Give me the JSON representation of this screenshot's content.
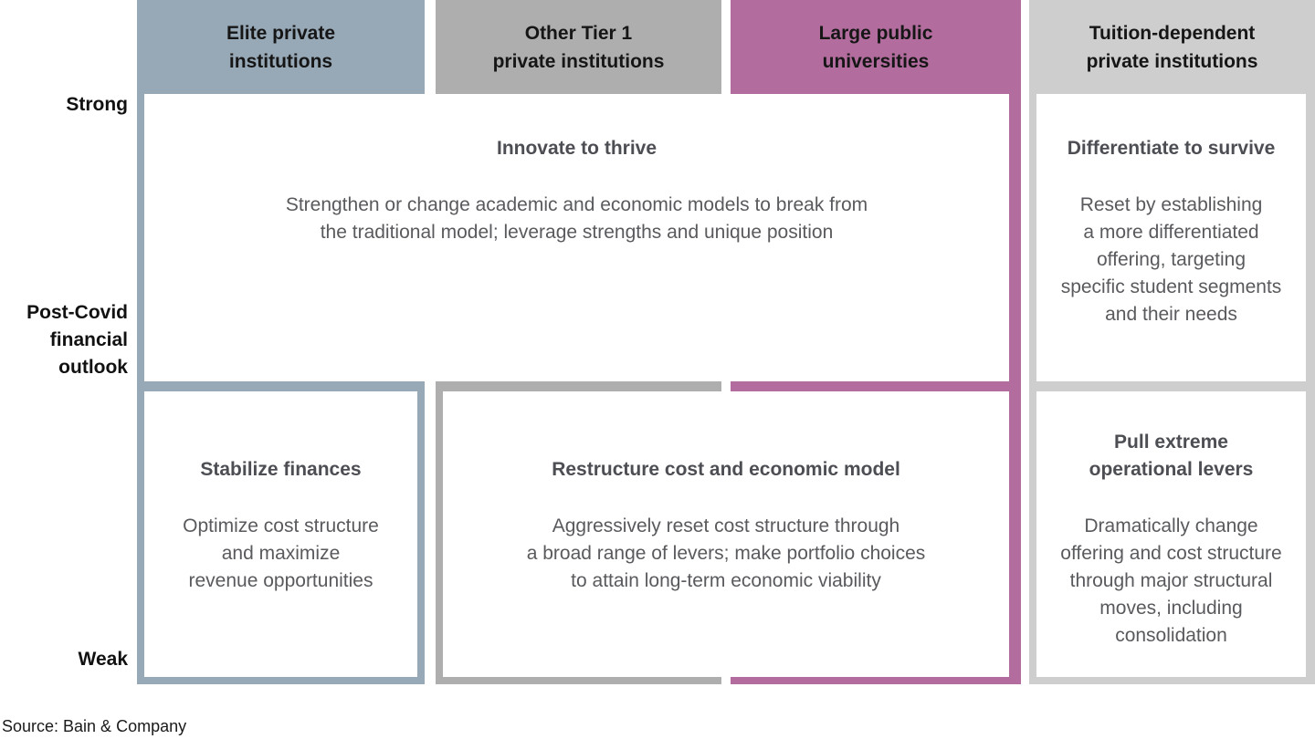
{
  "page": {
    "source": "Source: Bain & Company"
  },
  "axis": {
    "strong": "Strong",
    "weak": "Weak",
    "title": "Post-Covid\nfinancial\noutlook"
  },
  "columns": [
    {
      "label": "Elite private\ninstitutions",
      "color": "#97A8B7"
    },
    {
      "label": "Other Tier 1\nprivate institutions",
      "color": "#AEAEAE"
    },
    {
      "label": "Large public\nuniversities",
      "color": "#B26D9E"
    },
    {
      "label": "Tuition-dependent\nprivate institutions",
      "color": "#CECECE"
    }
  ],
  "cells": {
    "innovate": {
      "title": "Innovate to thrive",
      "body": "Strengthen or change academic and economic models to break from\nthe traditional model; leverage strengths and unique position"
    },
    "differentiate": {
      "title": "Differentiate to survive",
      "body": "Reset by establishing\na more differentiated\noffering, targeting\nspecific student segments\nand their needs"
    },
    "stabilize": {
      "title": "Stabilize finances",
      "body": "Optimize cost structure\nand maximize\nrevenue opportunities"
    },
    "restructure": {
      "title": "Restructure cost and economic model",
      "body": "Aggressively reset cost structure through\na broad range of levers; make portfolio choices\nto attain long-term economic viability"
    },
    "pull": {
      "title": "Pull extreme\noperational levers",
      "body": "Dramatically change\noffering and cost structure\nthrough major structural\nmoves, including\nconsolidation"
    }
  }
}
